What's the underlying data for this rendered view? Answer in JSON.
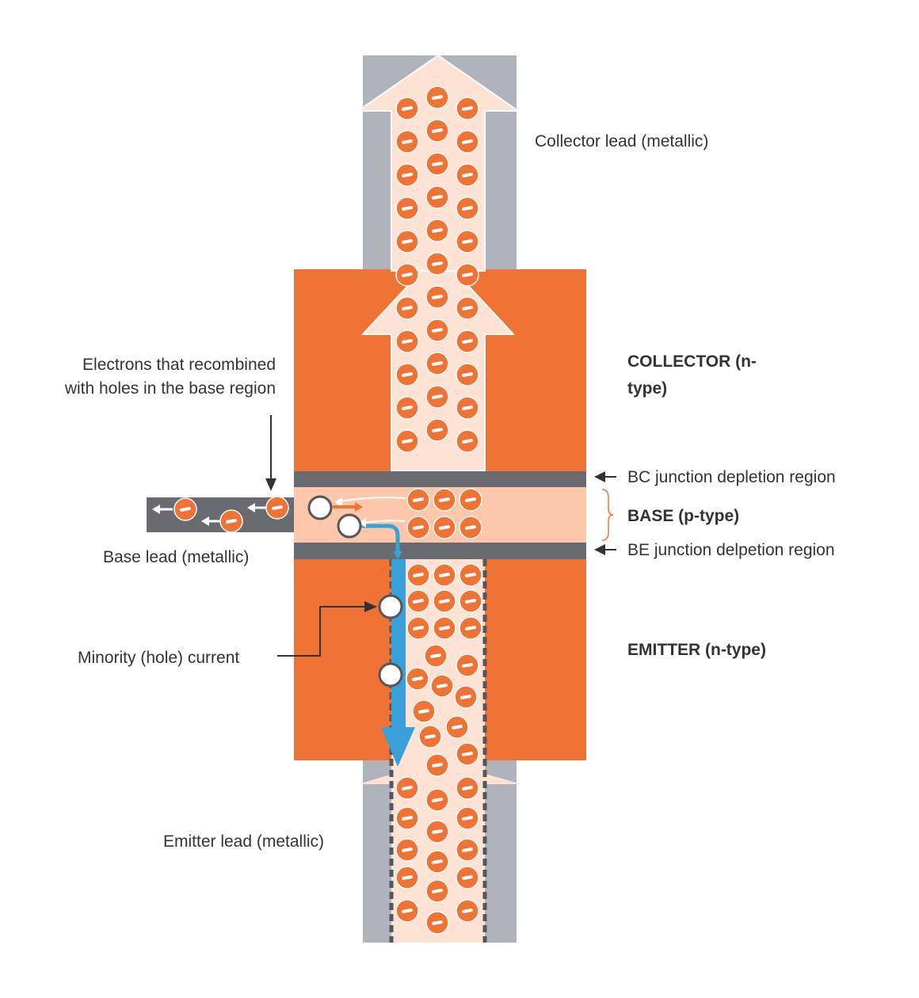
{
  "labels": {
    "collector_lead": "Collector lead (metallic)",
    "collector_line1": "COLLECTOR (n-",
    "collector_line2": "type)",
    "recombined_line1": "Electrons that recombined",
    "recombined_line2": "with holes in the base region",
    "bc_junction": "BC junction depletion region",
    "base": "BASE (p-type)",
    "be_junction": "BE junction delpetion region",
    "base_lead": "Base lead (metallic)",
    "minority_current": "Minority (hole) current",
    "emitter": "EMITTER (n-type)",
    "emitter_lead": "Emitter lead (metallic)"
  },
  "colors": {
    "semiconductor": "#f07336",
    "metal_lead": "#b0b3bb",
    "depletion": "#6a6b70",
    "base_fill": "#fdc7ab",
    "electron_flow": "#fee3d5",
    "electron": "#f07336",
    "hole_current": "#3aa0d8",
    "hole": "#ffffff",
    "text": "#333333"
  },
  "icons": {
    "electron": "electron-minus-icon",
    "hole": "hole-circle-icon",
    "pointer": "pointer-arrow-icon"
  }
}
